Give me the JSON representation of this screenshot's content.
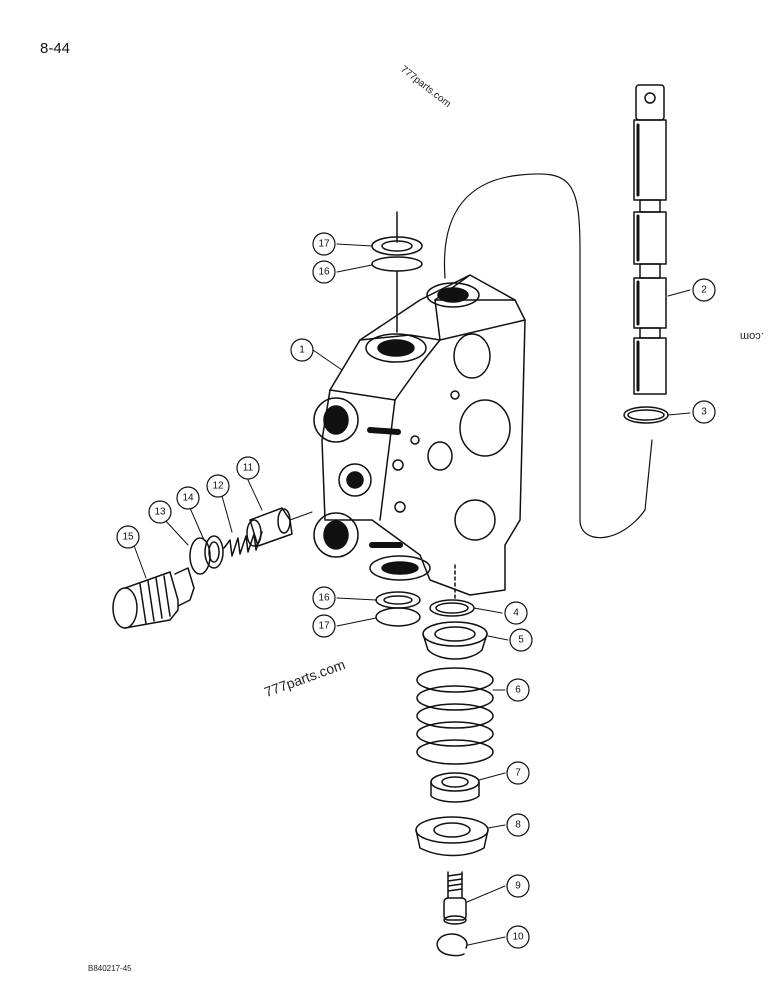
{
  "page_number": "8-44",
  "watermarks": [
    "777parts.com",
    ".com",
    "777parts.com"
  ],
  "figure_code": "B840217-45",
  "callouts": [
    "1",
    "2",
    "3",
    "4",
    "5",
    "6",
    "7",
    "8",
    "9",
    "10",
    "11",
    "12",
    "13",
    "14",
    "15",
    "16",
    "17",
    "16",
    "17"
  ]
}
